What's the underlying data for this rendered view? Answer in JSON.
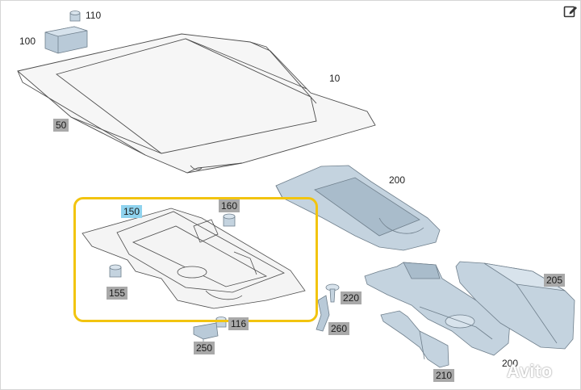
{
  "labels": {
    "l110": "110",
    "l100": "100",
    "l10": "10",
    "l50": "50",
    "l200a": "200",
    "l150": "150",
    "l160": "160",
    "l155": "155",
    "l220": "220",
    "l116": "116",
    "l260": "260",
    "l250": "250",
    "l205": "205",
    "l210": "210",
    "l200b": "200"
  },
  "watermark": {
    "text": "Avito"
  },
  "icons": {
    "edit": "edit-icon"
  },
  "colors": {
    "highlight": "#f2c40f",
    "label_box": "#a9a9a9",
    "label_box_selected": "#8fd3ee",
    "part_fill": "#c4d3df"
  }
}
